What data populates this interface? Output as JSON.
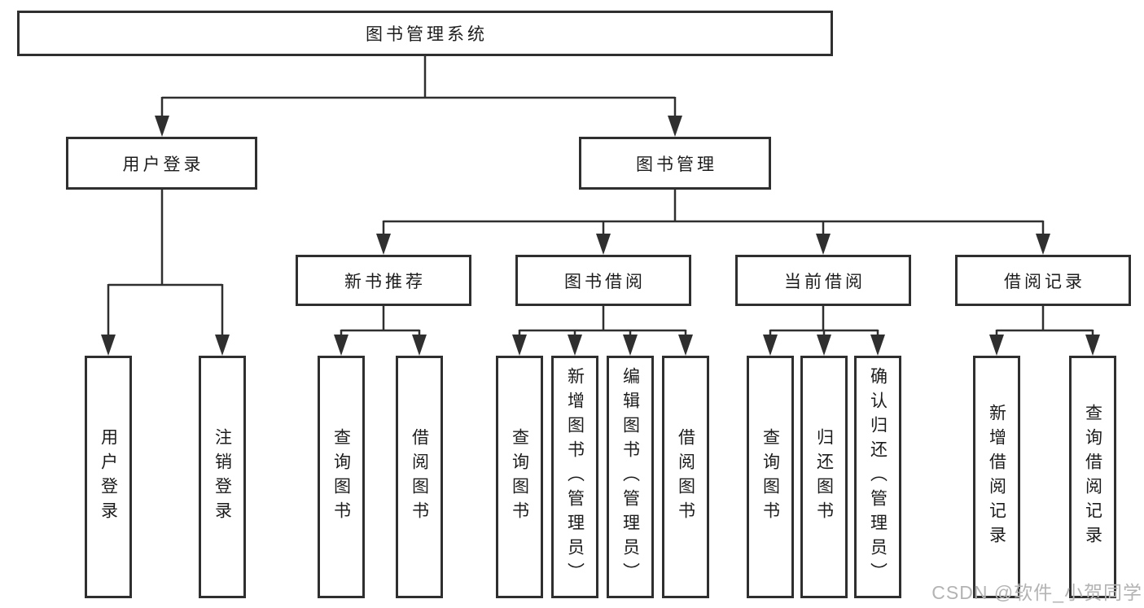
{
  "diagram": {
    "watermark": "CSDN @软件_小贺同学",
    "colors": {
      "line": "#2f2f2f",
      "border": "#2f2f2f",
      "text": "#1c1c1c",
      "watermark": "#b3b3b3",
      "background": "#ffffff"
    },
    "tree": {
      "label": "图书管理系统",
      "children": [
        {
          "label": "用户登录",
          "children": [
            {
              "label": "用户登录"
            },
            {
              "label": "注销登录"
            }
          ]
        },
        {
          "label": "图书管理",
          "children": [
            {
              "label": "新书推荐",
              "children": [
                {
                  "label": "查询图书"
                },
                {
                  "label": "借阅图书"
                }
              ]
            },
            {
              "label": "图书借阅",
              "children": [
                {
                  "label": "查询图书"
                },
                {
                  "label": "新增图书（管理员）"
                },
                {
                  "label": "编辑图书（管理员）"
                },
                {
                  "label": "借阅图书"
                }
              ]
            },
            {
              "label": "当前借阅",
              "children": [
                {
                  "label": "查询图书"
                },
                {
                  "label": "归还图书"
                },
                {
                  "label": "确认归还（管理员）"
                }
              ]
            },
            {
              "label": "借阅记录",
              "children": [
                {
                  "label": "新增借阅记录"
                },
                {
                  "label": "查询借阅记录"
                }
              ]
            }
          ]
        }
      ]
    }
  }
}
